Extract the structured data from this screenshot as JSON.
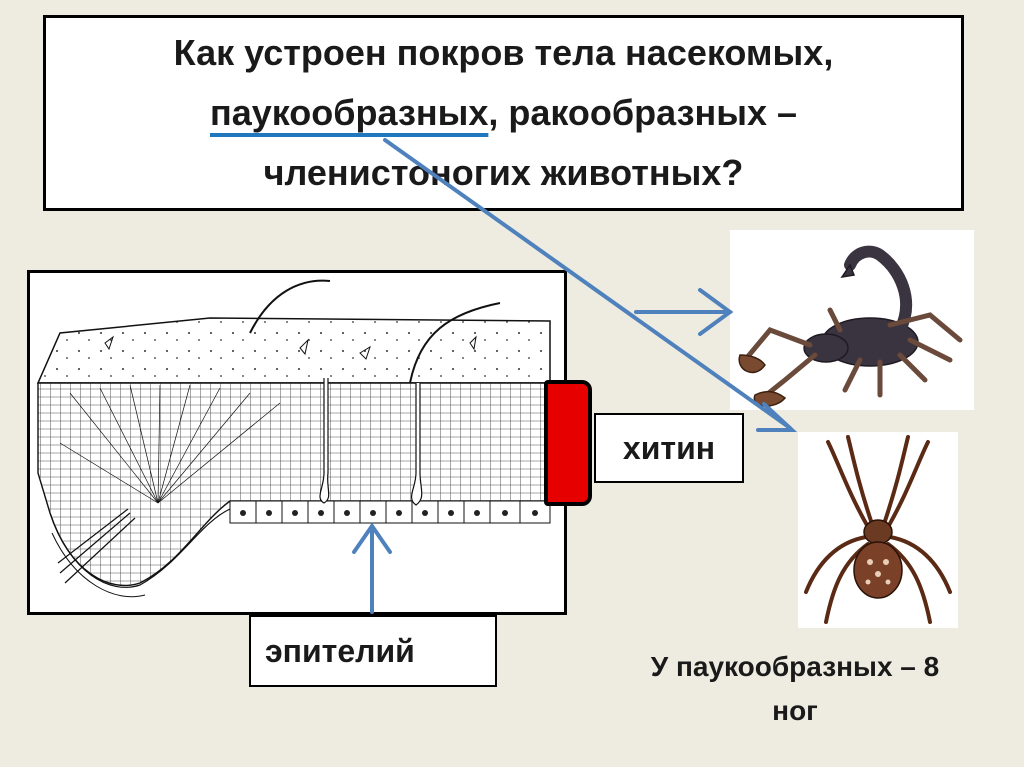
{
  "slide": {
    "title_line1": "Как устроен покров тела насекомых,",
    "title_line2_underlined": "паукообразных",
    "title_line2_rest": ", ракообразных –",
    "title_line3": "членистоногих животных?",
    "label_chitin": "хитин",
    "label_epithelium": "эпителий",
    "caption_line1": "У паукообразных – 8",
    "caption_line2": "ног"
  },
  "colors": {
    "background": "#eeece1",
    "arrow_blue": "#4f81bd",
    "underline_blue": "#1f77c0",
    "chitin_red": "#e60000"
  },
  "icons": {
    "scorpion": "scorpion-image",
    "spider": "spider-image",
    "cuticle": "cuticle-cross-section-diagram"
  }
}
